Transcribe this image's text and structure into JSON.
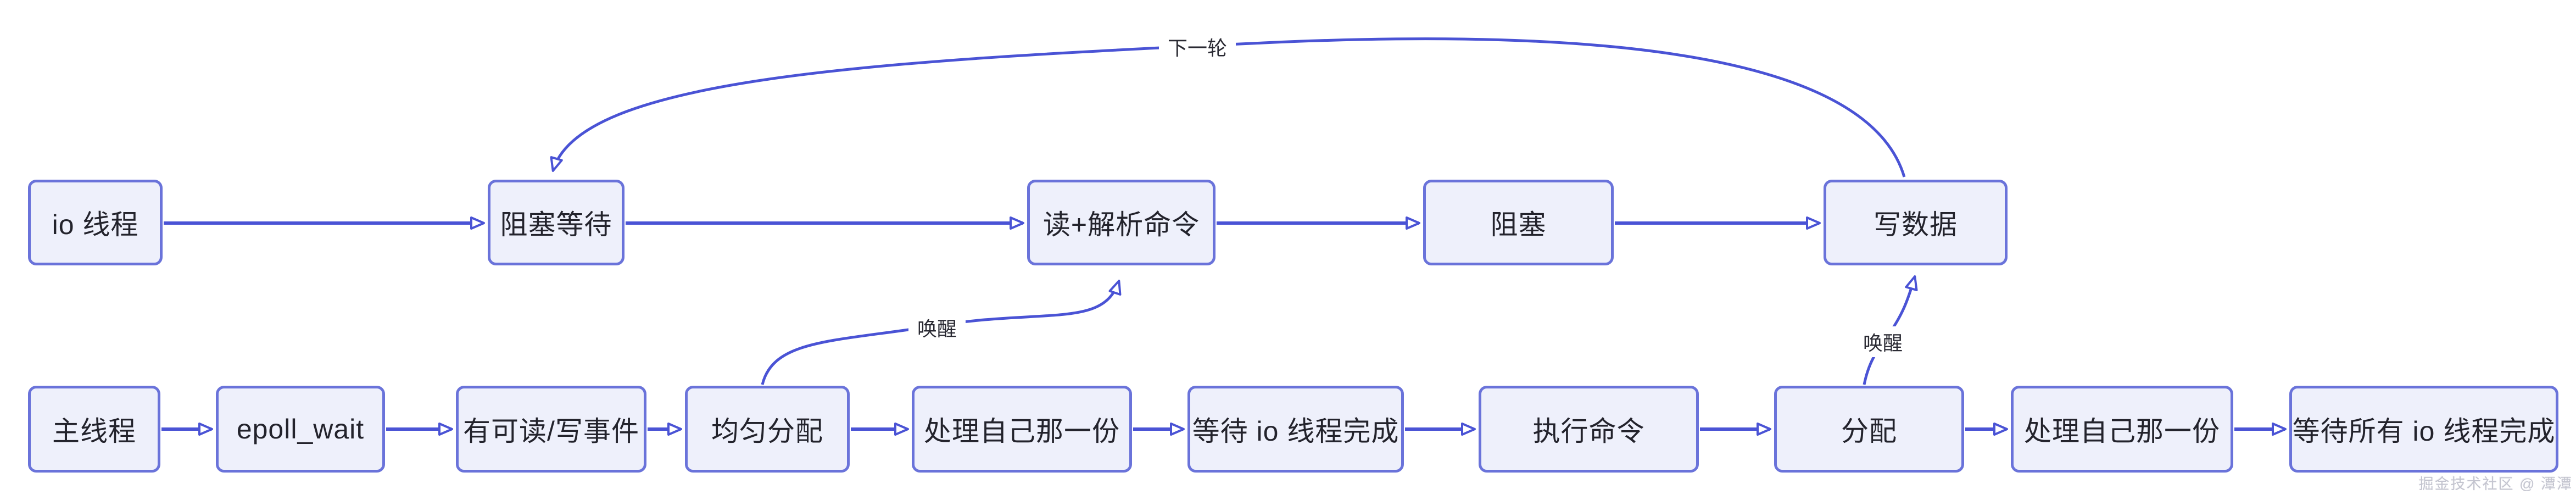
{
  "diagram_type": "flowchart",
  "colors": {
    "background": "#ffffff",
    "node_fill": "#eef0fb",
    "node_border": "#6a73da",
    "edge": "#4a53d5",
    "node_text": "#23232c",
    "edge_label_text": "#2a2a33",
    "watermark_text": "#c3c4cf"
  },
  "nodes": {
    "top": [
      {
        "label": "io 线程"
      },
      {
        "label": "阻塞等待"
      },
      {
        "label": "读+解析命令"
      },
      {
        "label": "阻塞"
      },
      {
        "label": "写数据"
      }
    ],
    "bottom": [
      {
        "label": "主线程"
      },
      {
        "label": "epoll_wait"
      },
      {
        "label": "有可读/写事件"
      },
      {
        "label": "均匀分配"
      },
      {
        "label": "处理自己那一份"
      },
      {
        "label": "等待 io 线程完成"
      },
      {
        "label": "执行命令"
      },
      {
        "label": "分配"
      },
      {
        "label": "处理自己那一份"
      },
      {
        "label": "等待所有 io 线程完成"
      }
    ]
  },
  "edge_labels": {
    "next_round": "下一轮",
    "wake_upper": "唤醒",
    "wake_lower": "唤醒"
  },
  "watermark": "掘金技术社区 @ 潭潭"
}
